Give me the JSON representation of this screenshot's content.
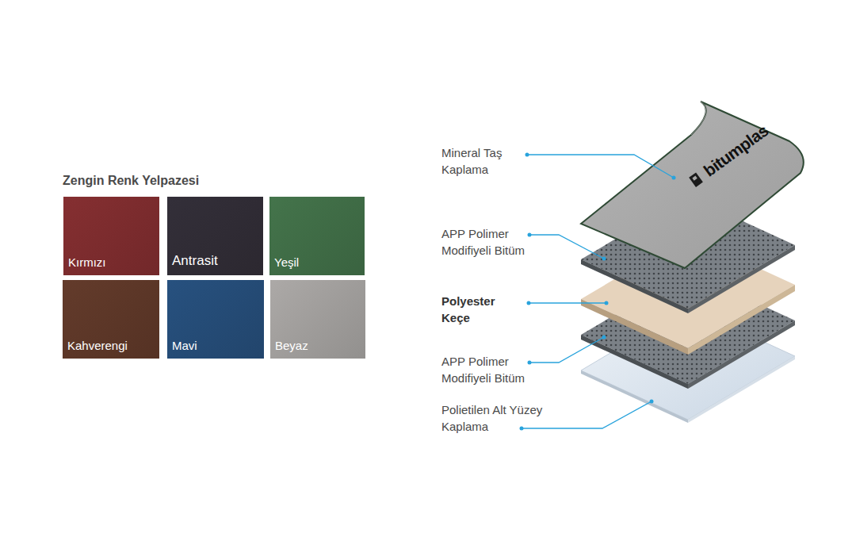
{
  "diagram": {
    "title": "Zengin Renk Yelpazesi",
    "nodes": [
      {
        "text": [
          "Kırmızı"
        ]
      },
      {
        "text": [
          "Antrasit"
        ]
      },
      {
        "text": [
          "Yeşil"
        ]
      },
      {
        "text": [
          "Kahverengi"
        ]
      },
      {
        "text": [
          "Mavi"
        ]
      },
      {
        "text": [
          "Beyaz"
        ]
      }
    ],
    "labels": [
      "Mineral Taş Kaplama",
      "APP Polimer Modifiyeli Bitüm",
      "Polyester Keçe",
      "APP Polimer Modifiyeli Bitüm",
      "Polietilen Alt Yüzey Kaplama",
      "bitumplas"
    ]
  }
}
